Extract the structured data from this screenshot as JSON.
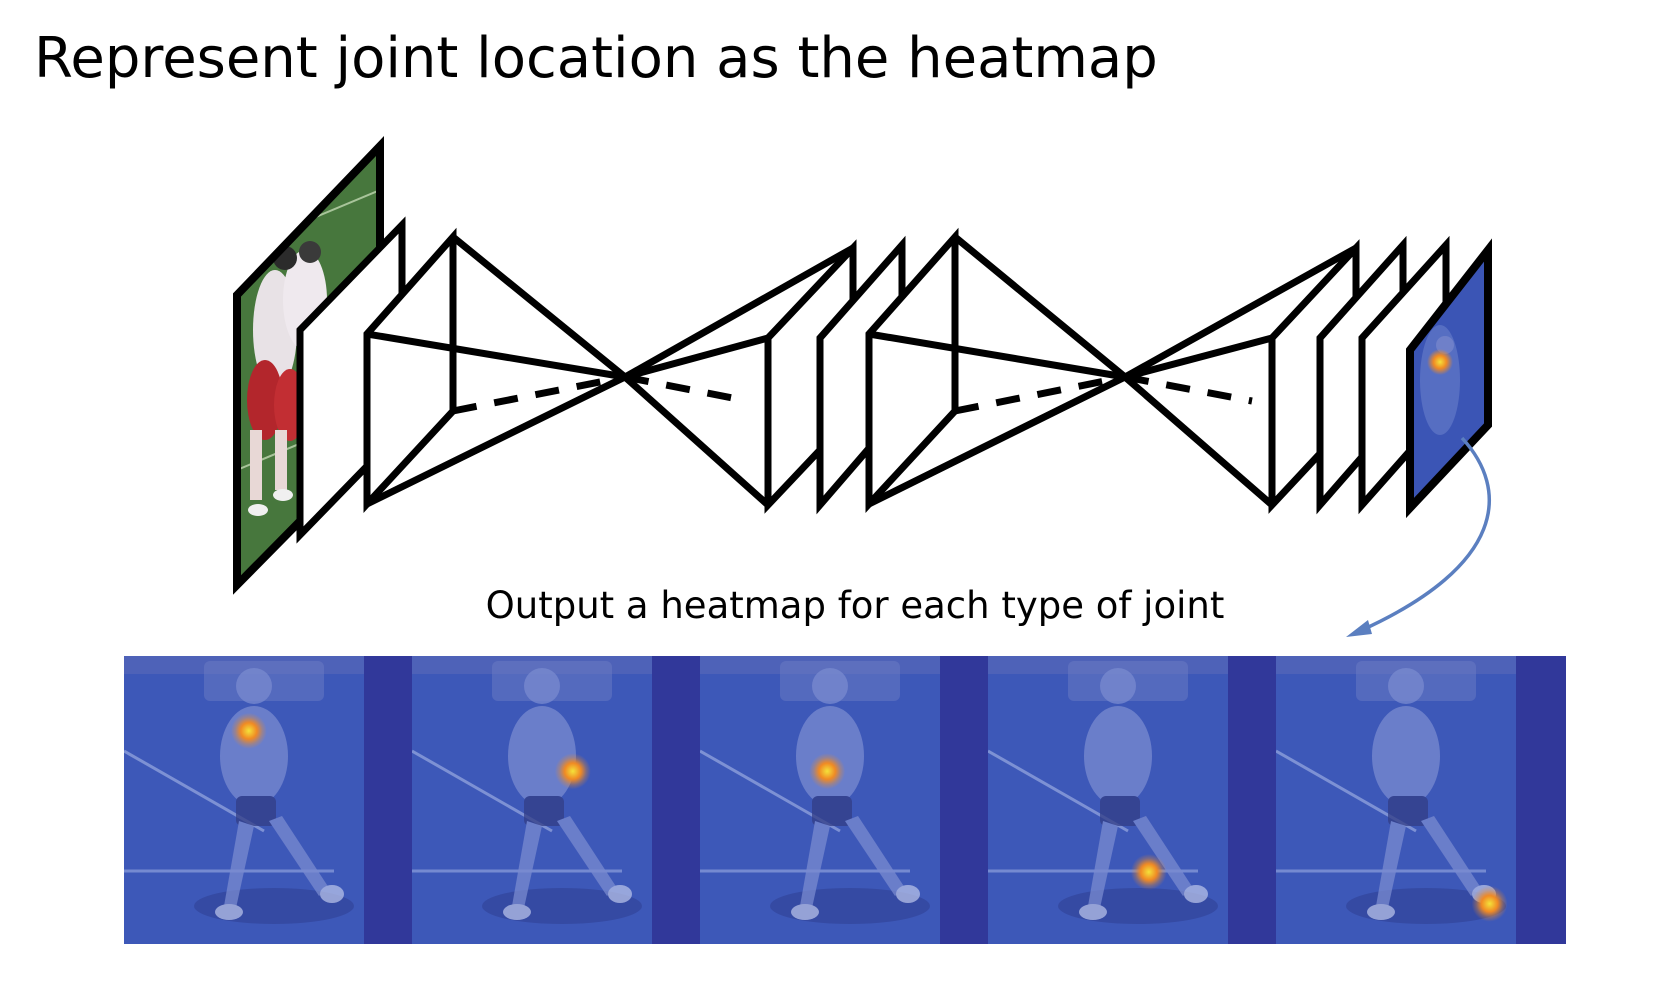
{
  "title": "Represent joint location as the heatmap",
  "caption": "Output a heatmap for each type of joint",
  "colors": {
    "line": "#000000",
    "arrow": "#5b7fc0",
    "heatmap_background": "#3d58b8",
    "heatmap_gap": "#31389a",
    "hot_center": "#f4e23a",
    "hot_mid": "#f08a24"
  },
  "heatmap_panels": [
    {
      "joint_x": 0.52,
      "joint_y": 0.26
    },
    {
      "joint_x": 0.67,
      "joint_y": 0.4
    },
    {
      "joint_x": 0.53,
      "joint_y": 0.4
    },
    {
      "joint_x": 0.67,
      "joint_y": 0.75
    },
    {
      "joint_x": 0.89,
      "joint_y": 0.86
    }
  ]
}
